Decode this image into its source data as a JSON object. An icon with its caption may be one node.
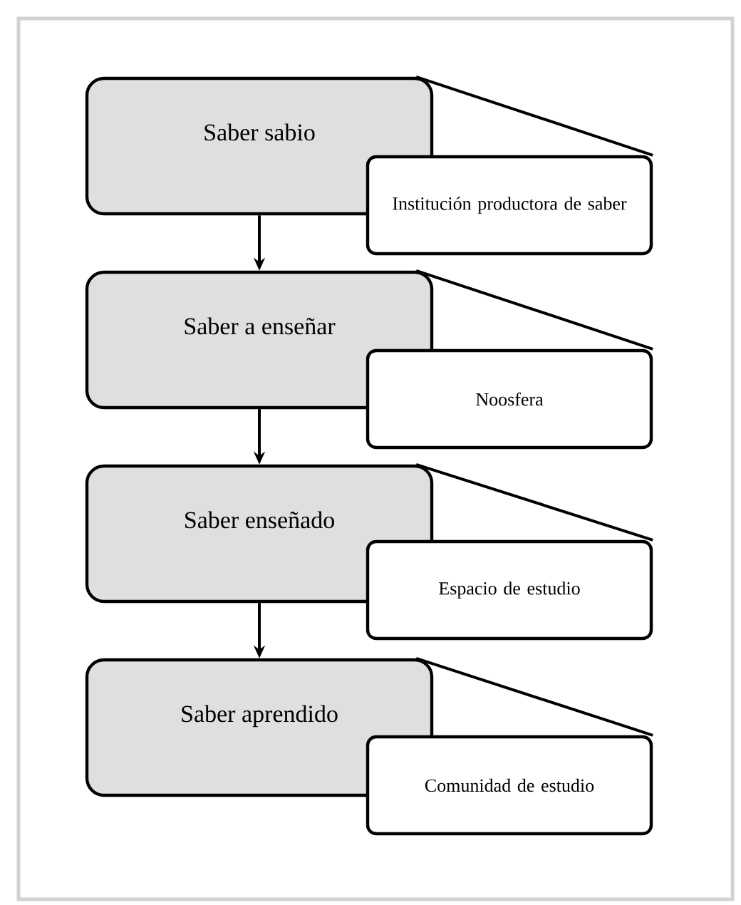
{
  "diagram": {
    "nodes": [
      {
        "text": [
          "Saber sabio"
        ]
      },
      {
        "text": [
          "Institución productora de saber"
        ]
      },
      {
        "text": [
          "Saber a enseñar"
        ]
      },
      {
        "text": [
          "Noosfera"
        ]
      },
      {
        "text": [
          "Saber enseñado"
        ]
      },
      {
        "text": [
          "Espacio de estudio"
        ]
      },
      {
        "text": [
          "Saber aprendido"
        ]
      },
      {
        "text": [
          "Comunidad de estudio"
        ]
      }
    ],
    "edges": [
      {
        "from": 0,
        "to": 2,
        "arrow": "to"
      },
      {
        "from": 2,
        "to": 4,
        "arrow": "to"
      },
      {
        "from": 4,
        "to": 6,
        "arrow": "to"
      },
      {
        "from": 0,
        "to": 1,
        "arrow": "none"
      },
      {
        "from": 2,
        "to": 3,
        "arrow": "none"
      },
      {
        "from": 4,
        "to": 5,
        "arrow": "none"
      },
      {
        "from": 6,
        "to": 7,
        "arrow": "none"
      }
    ]
  }
}
